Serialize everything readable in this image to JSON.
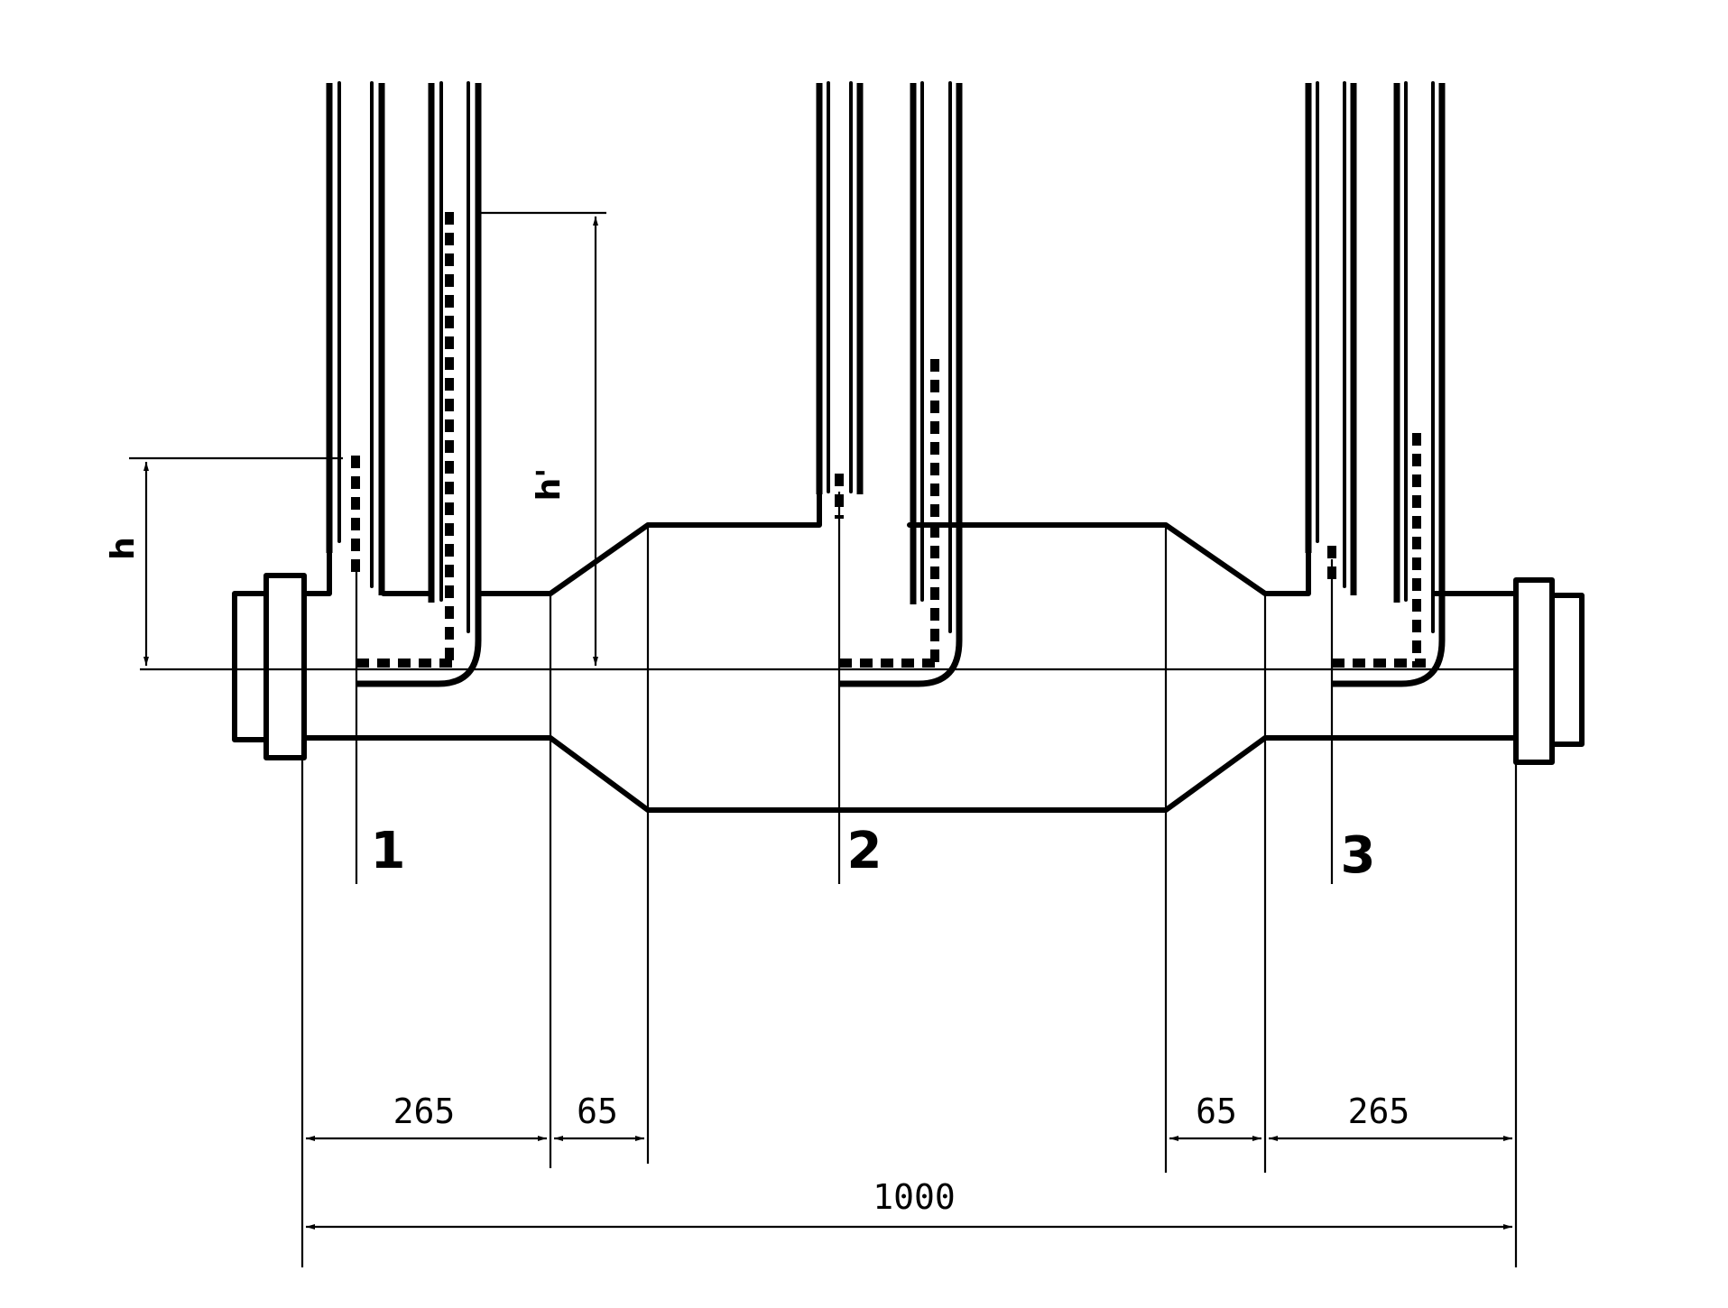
{
  "section_labels": [
    "1",
    "2",
    "3"
  ],
  "height_labels": {
    "h": "h",
    "h_prime": "h'"
  },
  "dimensions": {
    "left_pipe": "265",
    "left_taper": "65",
    "right_taper": "65",
    "right_pipe": "265",
    "total": "1000"
  }
}
